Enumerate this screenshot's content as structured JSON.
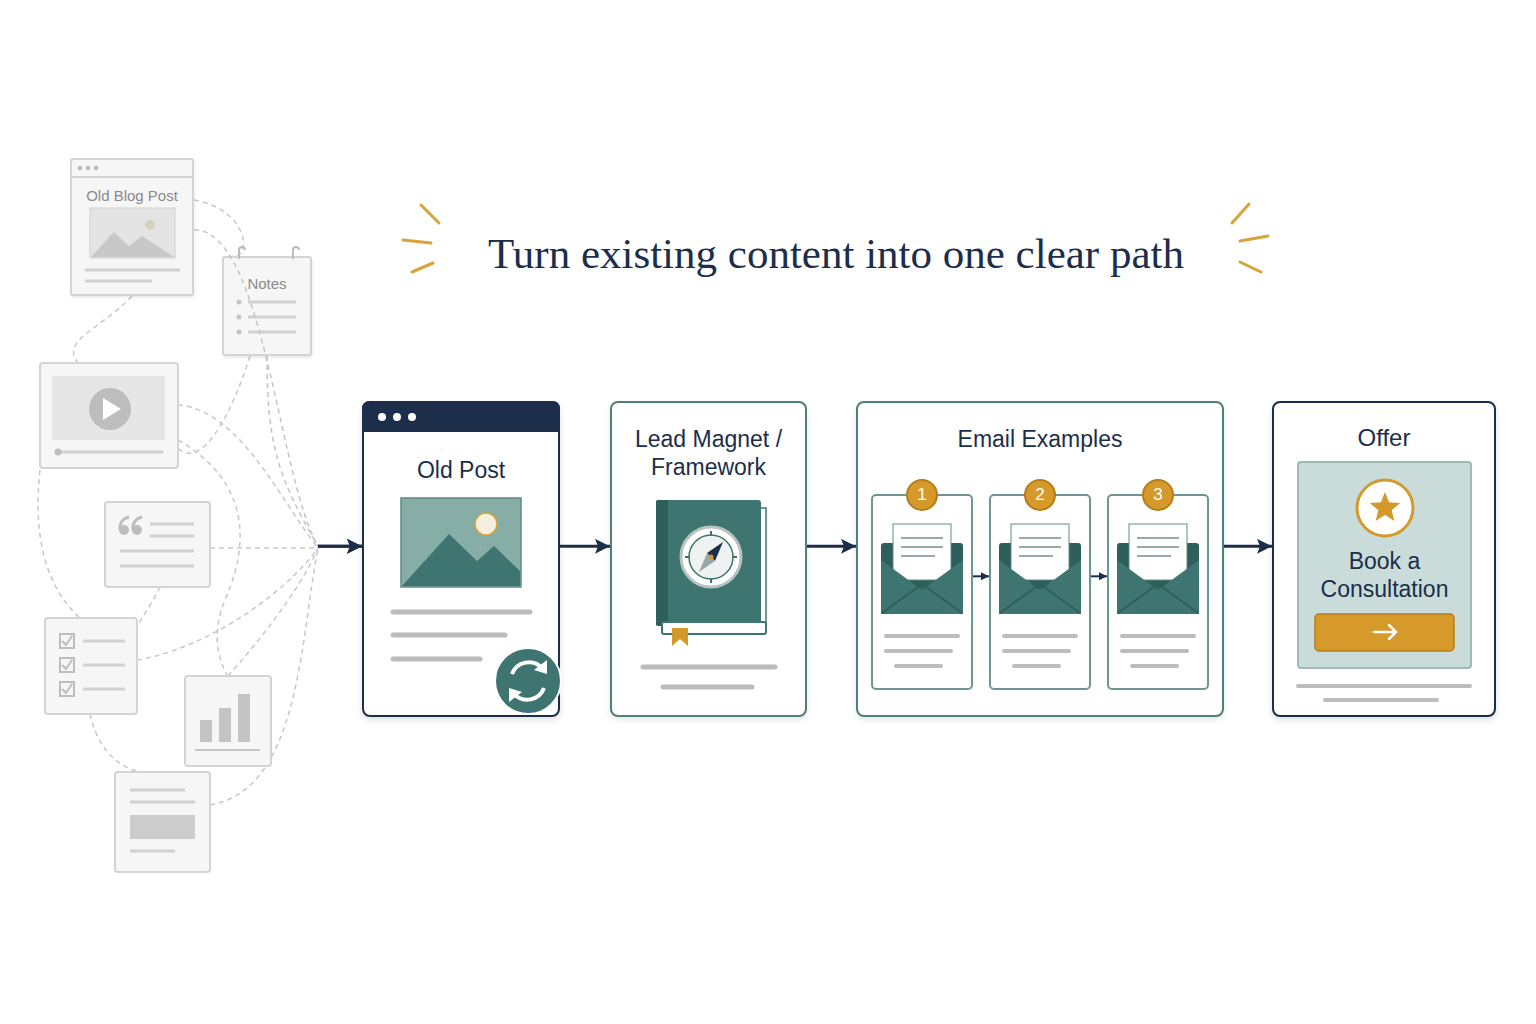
{
  "diagram": {
    "title": "Turn existing content into one clear path",
    "nodes": [
      {
        "text": [
          "Old Blog Post"
        ]
      },
      {
        "text": [
          "Notes"
        ]
      },
      {
        "text": [
          "Old Post"
        ]
      },
      {
        "text": [
          "Lead Magnet / Framework"
        ]
      },
      {
        "text": [
          "Email Examples"
        ]
      },
      {
        "text": [
          "1"
        ],
        "in": 4
      },
      {
        "text": [
          "2"
        ],
        "in": 4
      },
      {
        "text": [
          "3"
        ],
        "in": 4
      },
      {
        "text": [
          "Offer"
        ]
      },
      {
        "text": [
          "Book a Consultation"
        ],
        "in": 8
      }
    ],
    "edges": [
      {
        "from": 0,
        "to": 2,
        "arrow": "to"
      },
      {
        "from": 1,
        "to": 2,
        "arrow": "to"
      },
      {
        "from": 2,
        "to": 3,
        "arrow": "to"
      },
      {
        "from": 3,
        "to": 4,
        "arrow": "to"
      },
      {
        "from": 4,
        "to": 8,
        "arrow": "to"
      },
      {
        "from": 5,
        "to": 6,
        "arrow": "to"
      },
      {
        "from": 6,
        "to": 7,
        "arrow": "to"
      }
    ]
  }
}
